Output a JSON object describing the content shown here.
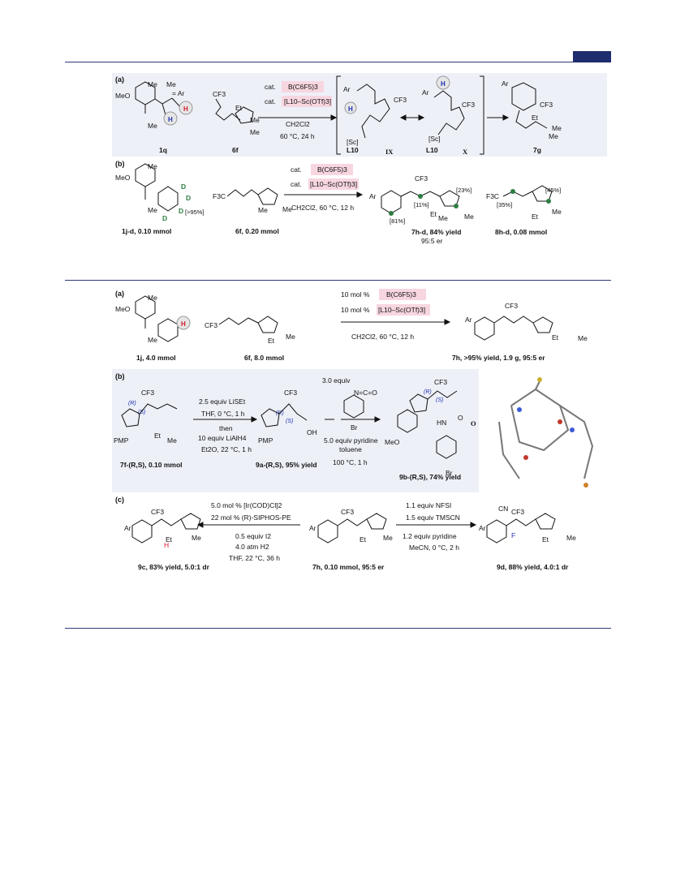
{
  "schemeA": {
    "label_a": "(a)",
    "label_b": "(b)",
    "ar_def": "= Ar",
    "meo": "MeO",
    "me": "Me",
    "h": "H",
    "et": "Et",
    "cf3": "CF3",
    "cat1": "cat.",
    "cat_bcf": "B(C6F5)3",
    "cat2": "cat.",
    "cat_sc": "[L10–Sc(OTf)3]",
    "solvent": "CH2Cl2",
    "cond": "60 °C, 24 h",
    "sc": "[Sc]",
    "l10": "L10",
    "ix": "IX",
    "x": "X",
    "cpd_1q": "1q",
    "cpd_6f": "6f",
    "cpd_7g": "7g",
    "b_cat1": "cat.",
    "b_cat_bcf": "B(C6F5)3",
    "b_cat2": "cat.",
    "b_cat_sc": "[L10–Sc(OTf)3]",
    "b_cond": "CH2Cl2, 60 °C, 12 h",
    "d_label": "D",
    "pct95": "[>95%]",
    "pct11": "[11%]",
    "pct23": "[23%]",
    "pct81": "[81%]",
    "pct35": "[35%]",
    "pct45": "[45%]",
    "f3c": "F3C",
    "ar": "Ar",
    "cpd_1jd": "1j-d, 0.10 mmol",
    "cpd_6f_b": "6f, 0.20 mmol",
    "cpd_7hd": "7h-d, 84% yield",
    "cpd_7hd_er": "95:5 er",
    "cpd_8hd": "8h-d, 0.08 mmol"
  },
  "schemeB": {
    "label_a": "(a)",
    "label_b": "(b)",
    "label_c": "(c)",
    "cat1": "10 mol %",
    "cat1_name": "B(C6F5)3",
    "cat2": "10 mol %",
    "cat2_name": "[L10–Sc(OTf)3]",
    "cond": "CH2Cl2, 60 °C, 12 h",
    "cpd_1j": "1j, 4.0 mmol",
    "cpd_6f": "6f, 8.0 mmol",
    "cpd_7h": "7h, >95% yield, 1.9 g, 95:5 er",
    "b_reag1": "2.5 equiv LiSEt",
    "b_reag2": "THF, 0 °C, 1 h",
    "b_reag3": "then",
    "b_reag4": "10 equiv LiAlH4",
    "b_reag5": "Et2O, 22 °C, 1 h",
    "b_iso1": "3.0 equiv",
    "b_iso2": "5.0 equiv pyridine",
    "b_iso3": "toluene",
    "b_iso4": "100 °C, 1 h",
    "br": "Br",
    "pmp": "PMP",
    "oh": "OH",
    "hn": "HN",
    "o": "O",
    "nco": "N=C=O",
    "r": "(R)",
    "s": "(S)",
    "cpd_7f": "7f-(R,S), 0.10 mmol",
    "cpd_9a": "9a-(R,S), 95% yield",
    "cpd_9b": "9b-(R,S), 74% yield",
    "c_left1": "5.0 mol %   [Ir(COD)Cl]2",
    "c_left2": "22 mol % (R)-SIPHOS-PE",
    "c_left3": "0.5 equiv I2",
    "c_left4": "4.0 atm H2",
    "c_left5": "THF, 22 °C, 36 h",
    "c_right1": "1.1 equiv NFSI",
    "c_right2": "1.5 equiv TMSCN",
    "c_right3": "1.2 equiv pyridine",
    "c_right4": "MeCN, 0 °C, 2 h",
    "cn": "CN",
    "f": "F",
    "cpd_9c": "9c, 83% yield, 5.0:1 dr",
    "cpd_7h_c": "7h, 0.10 mmol, 95:5 er",
    "cpd_9d": "9d, 88% yield, 4.0:1 dr"
  },
  "colors": {
    "rule": "#2b3a78",
    "panel": "#eef0f8",
    "pink": "#f7d6e0",
    "red": "#d4182c",
    "blue": "#1c2fb0",
    "green": "#2e7d43"
  }
}
